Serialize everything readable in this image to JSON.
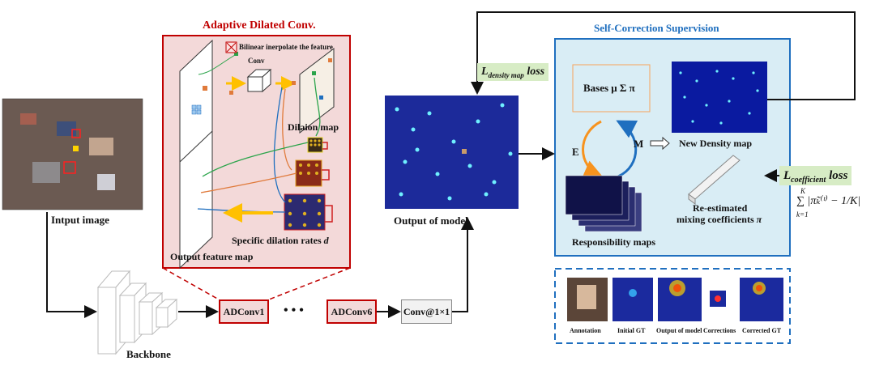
{
  "labels": {
    "adc_title": "Adaptive Dilated Conv.",
    "scs_title": "Self-Correction Supervision",
    "bilinear": "Bilinear inerpolate the feature",
    "conv": "Conv",
    "dilation_map": "Dilaion map",
    "specific_rates": "Specific dilation rates",
    "specific_rates_var": "d",
    "output_feature_map": "Output feature map",
    "input_image": "Intput image",
    "backbone": "Backbone",
    "adconv1": "ADConv1",
    "adconv6": "ADConv6",
    "ellipsis": "• • •",
    "conv1x1": "Conv@1×1",
    "output_of_model": "Output of model",
    "density_loss_main": "L",
    "density_loss_sub": "density map",
    "density_loss_word": "loss",
    "bases": "Bases μ Σ π",
    "e": "E",
    "m": "M",
    "new_density": "New Density map",
    "responsibility": "Responsibility maps",
    "reestimated_1": "Re-estimated",
    "reestimated_2": "mixing coefficients",
    "reestimated_var": "π",
    "coef_loss_main": "L",
    "coef_loss_sub": "coefficient",
    "coef_loss_word": "loss",
    "formula": "∑ |π̃ₖ⁽ᵗ⁾ − 1/K|",
    "formula_top": "K",
    "formula_bottom": "k=1",
    "thumbs": [
      "Annotation",
      "Initial GT",
      "Output of model",
      "Corrections",
      "Corrected GT"
    ]
  },
  "colors": {
    "red": "#c00000",
    "blue": "#1f6fbf",
    "pink_panel": "#f3d9d9",
    "blue_panel": "#d9edf5",
    "green_tag": "#d7ecc5",
    "orange": "#f7931e",
    "yellow_arrow": "#ffc000"
  }
}
